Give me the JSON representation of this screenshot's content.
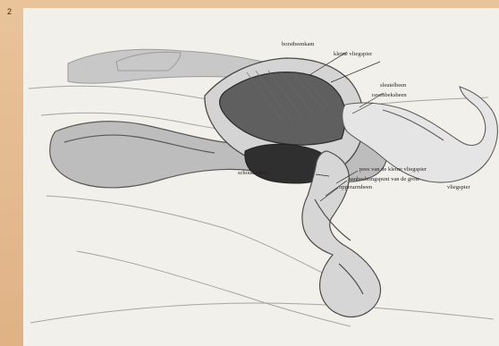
{
  "plate": {
    "number": "2"
  },
  "labels": [
    {
      "id": "borstbeenkam",
      "text": "borstbeenkam"
    },
    {
      "id": "kleine-vliegspier",
      "text": "kleine vliegspier"
    },
    {
      "id": "sleutelbeen",
      "text": "sleutelbeen"
    },
    {
      "id": "ravenbeksbeen",
      "text": "ravenbeksbeen"
    },
    {
      "id": "schouderblad",
      "text": "schouderblad"
    },
    {
      "id": "pees-kleine-vliegspier",
      "text": "pees van de kleine vliegspier"
    },
    {
      "id": "aanhechtingspunt",
      "text": "aanhechtingspunt van de grote"
    },
    {
      "id": "opperarmbeen",
      "text": "opperarmbeen"
    },
    {
      "id": "vliegspier",
      "text": "vliegspier"
    }
  ],
  "colors": {
    "frame": "#e3b98e",
    "paper": "#f2f0ea",
    "ink": "#2a2a2a"
  }
}
